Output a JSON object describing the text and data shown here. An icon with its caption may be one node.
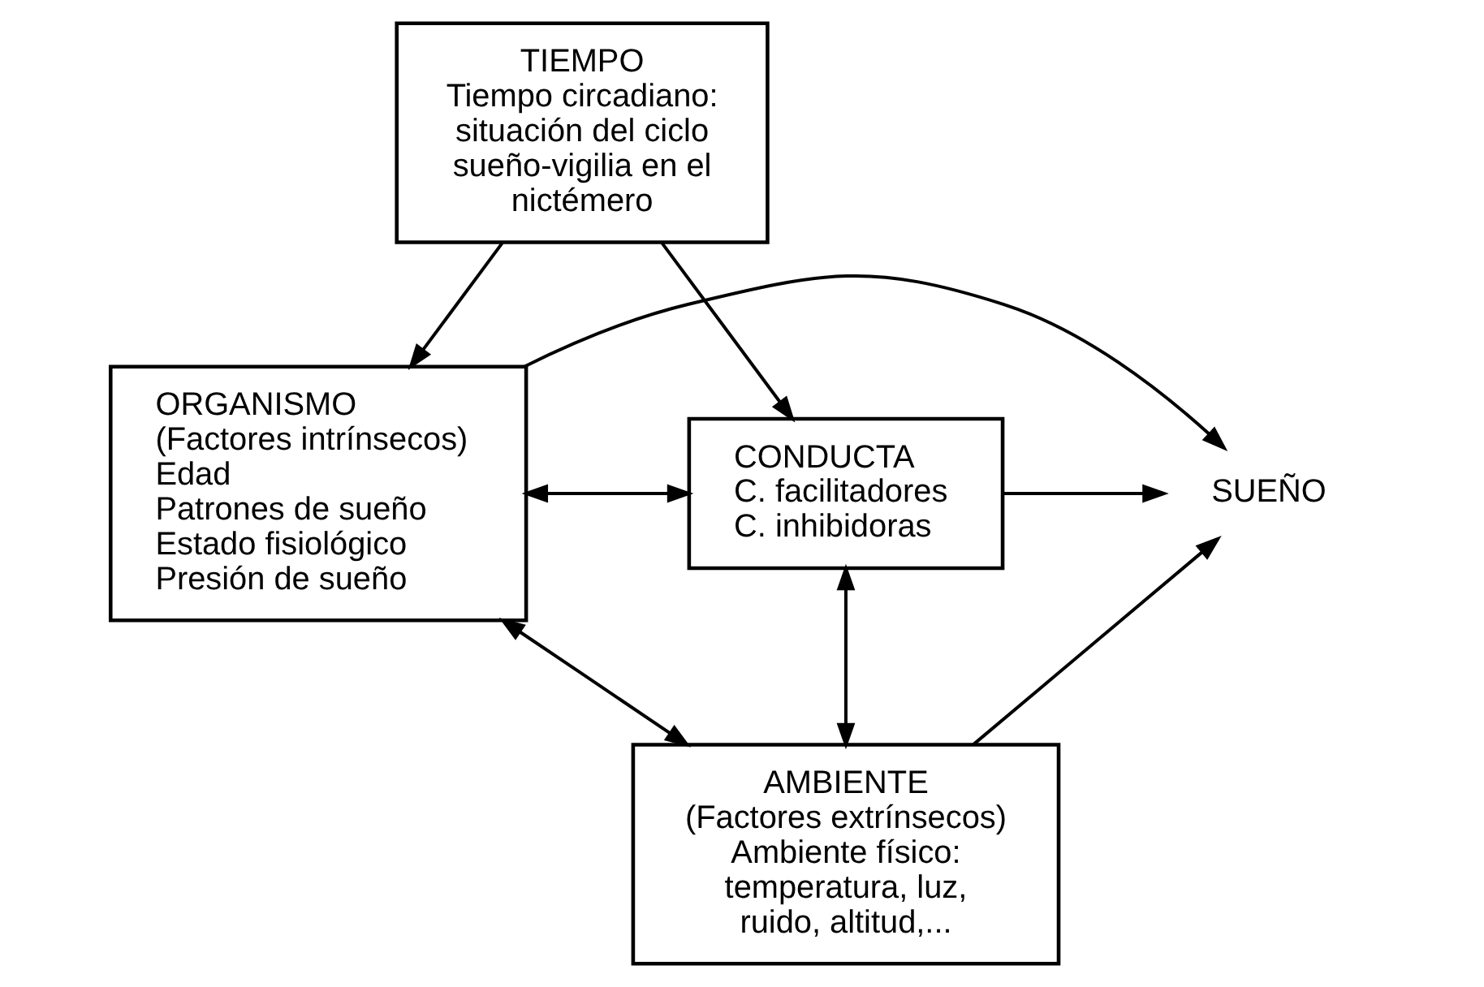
{
  "diagram": {
    "nodes": [
      {
        "text": [
          "TIEMPO",
          "Tiempo circadiano: situación del ciclo sueño-vigilia en el nictémero"
        ]
      },
      {
        "text": [
          "ORGANISMO",
          "(Factores intrínsecos)",
          "Edad",
          "Patrones de sueño",
          "Estado fisiológico",
          "Presión de sueño"
        ]
      },
      {
        "text": [
          "SUEÑO"
        ]
      },
      {
        "text": [
          "CONDUCTA",
          "C. facilitadores",
          "C. inhibidoras"
        ]
      },
      {
        "text": [
          "AMBIENTE",
          "(Factores extrínsecos)",
          "Ambiente físico: temperatura, luz, ruido, altitud,..."
        ]
      }
    ],
    "edges": [
      {
        "from": 0,
        "to": 1,
        "arrow": "to"
      },
      {
        "from": 0,
        "to": 3,
        "arrow": "to"
      },
      {
        "from": 1,
        "to": 3,
        "arrow": "both"
      },
      {
        "from": 1,
        "to": 2,
        "arrow": "to"
      },
      {
        "from": 3,
        "to": 2,
        "arrow": "to"
      },
      {
        "from": 4,
        "to": 2,
        "arrow": "to"
      },
      {
        "from": 1,
        "to": 4,
        "arrow": "both"
      },
      {
        "from": 3,
        "to": 4,
        "arrow": "both"
      }
    ]
  }
}
